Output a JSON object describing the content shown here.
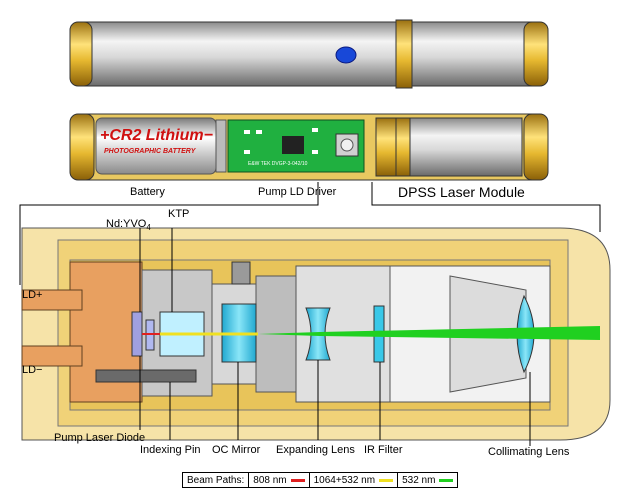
{
  "battery_text": {
    "line1": "+CR2 Lithium−",
    "line2": "PHOTOGRAPHIC BATTERY"
  },
  "pcb_text": "E&W TEK DVGP-3-042/10",
  "top_labels": {
    "battery": "Battery",
    "driver": "Pump LD Driver",
    "module": "DPSS Laser Module"
  },
  "component_labels": {
    "ndyvo4": "Nd:YVO",
    "ndyvo4_sub": "4",
    "ktp": "KTP",
    "ld_plus": "LD+",
    "ld_minus": "LD−",
    "pump_diode": "Pump Laser Diode",
    "indexing_pin": "Indexing Pin",
    "oc_mirror": "OC Mirror",
    "expanding_lens": "Expanding Lens",
    "ir_filter": "IR Filter",
    "collimating_lens": "Collimating Lens"
  },
  "legend": {
    "title": "Beam Paths:",
    "items": [
      {
        "label": "808 nm",
        "color": "#e02020"
      },
      {
        "label": "1064+532 nm",
        "color": "#f0e020"
      },
      {
        "label": "532 nm",
        "color": "#20d020"
      }
    ]
  },
  "colors": {
    "brass": "#e6b830",
    "housing": "#f6e3a8",
    "steel": "#c8c8c8",
    "copper": "#e8a060",
    "crystal": "#3ac8e8",
    "pcb": "#20b040",
    "button": "#1848d8"
  }
}
